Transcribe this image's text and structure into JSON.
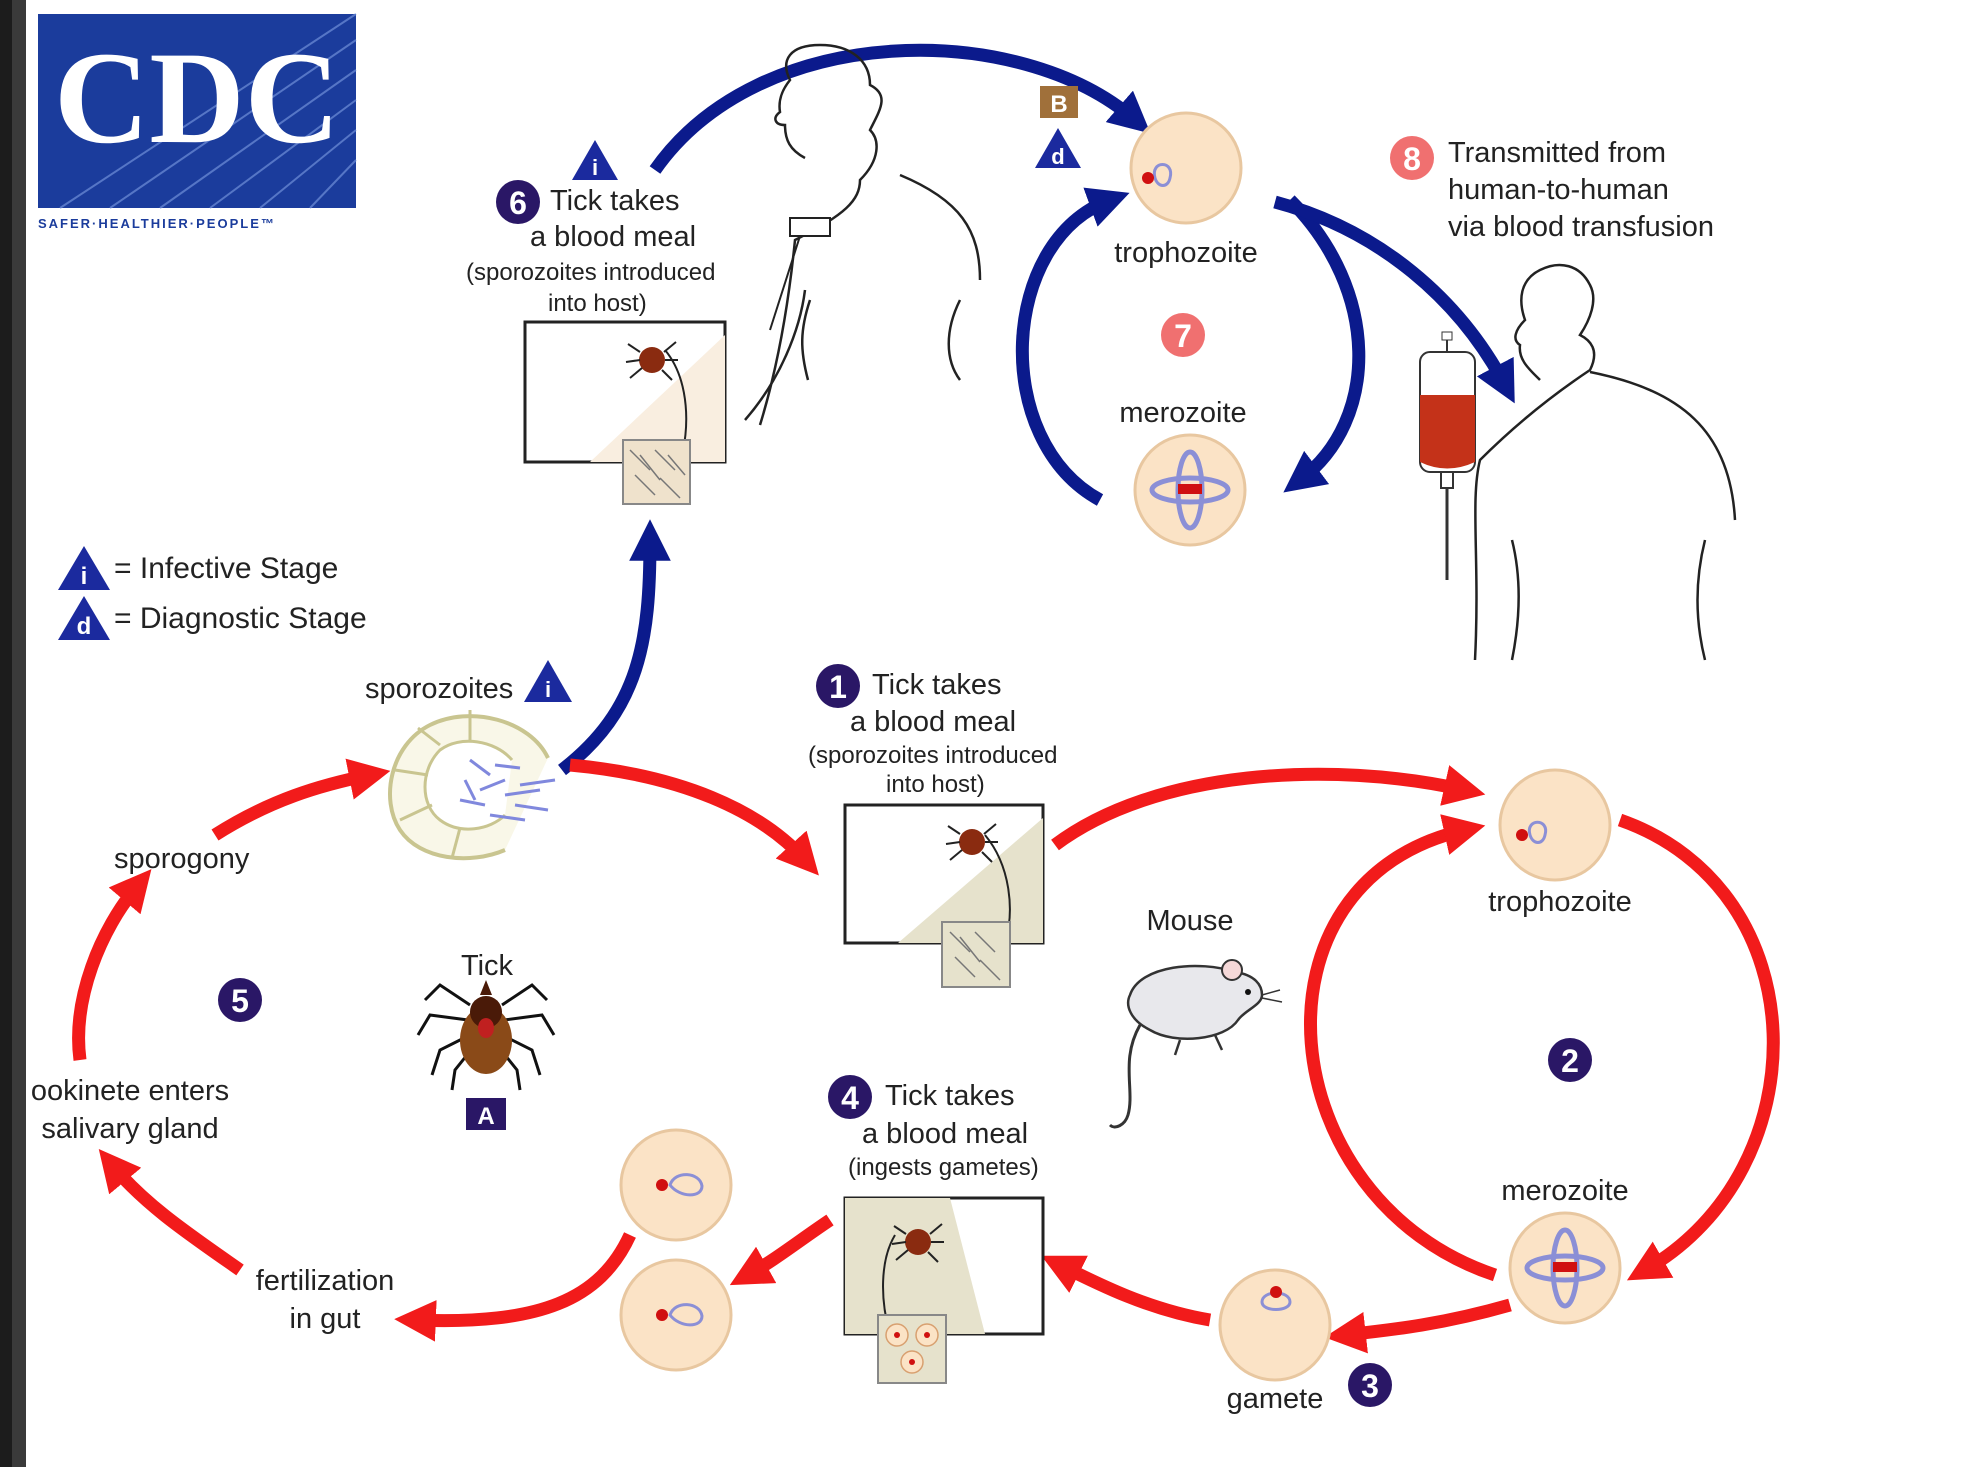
{
  "logo": {
    "text": "CDC",
    "tagline": "SAFER·HEALTHIER·PEOPLE™"
  },
  "legend": {
    "infective_symbol": "i",
    "infective_text": "= Infective Stage",
    "diagnostic_symbol": "d",
    "diagnostic_text": "= Diagnostic Stage"
  },
  "human": {
    "step6_number": "6",
    "step6_title_line1": "Tick takes",
    "step6_title_line2": "a blood meal",
    "step6_note_line1": "(sporozoites introduced",
    "step6_note_line2": "into host)",
    "box_label": "B",
    "trophozoite": "trophozoite",
    "merozoite": "merozoite",
    "step7_number": "7"
  },
  "transfusion": {
    "step8_number": "8",
    "line1": "Transmitted from",
    "line2": "human-to-human",
    "line3": "via blood transfusion"
  },
  "tick": {
    "sporozoites": "sporozoites",
    "sporogony": "sporogony",
    "step5_number": "5",
    "tick_label": "Tick",
    "box_label": "A",
    "ookinete_line1": "ookinete enters",
    "ookinete_line2": "salivary gland",
    "fertilization_line1": "fertilization",
    "fertilization_line2": "in gut"
  },
  "mouse": {
    "step1_number": "1",
    "step1_title_line1": "Tick takes",
    "step1_title_line2": "a blood meal",
    "step1_note_line1": "(sporozoites introduced",
    "step1_note_line2": "into host)",
    "mouse_label": "Mouse",
    "trophozoite": "trophozoite",
    "merozoite": "merozoite",
    "step2_number": "2",
    "gamete": "gamete",
    "step3_number": "3",
    "step4_number": "4",
    "step4_title_line1": "Tick takes",
    "step4_title_line2": "a blood meal",
    "step4_note": "(ingests gametes)"
  },
  "colors": {
    "navy": "#0b1a8c",
    "red": "#f21b1b",
    "purple": "#2a1766",
    "salmon": "#f07070",
    "cell": "#fbe3c6",
    "brown_box": "#a0703a"
  }
}
